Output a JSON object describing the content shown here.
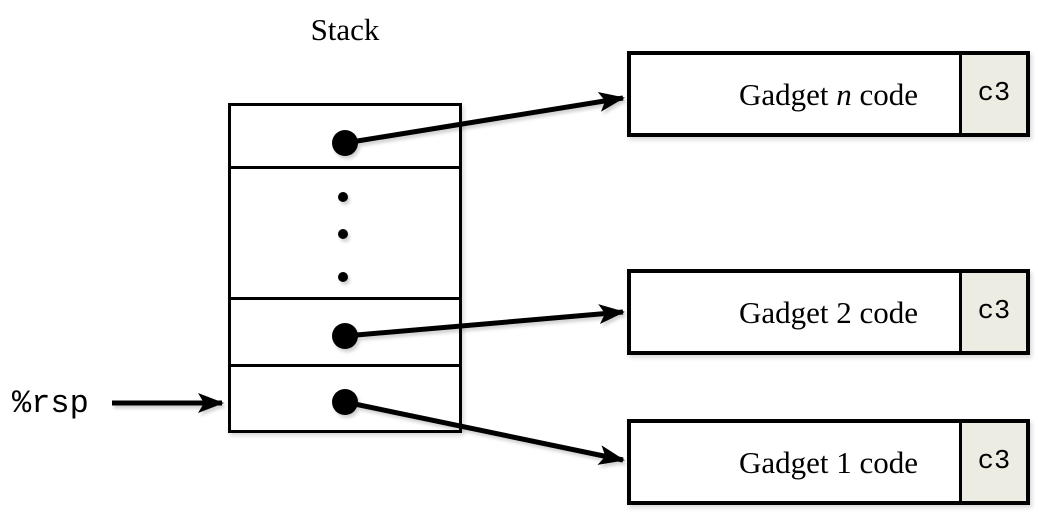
{
  "title": "Stack",
  "rsp": {
    "label": "%rsp"
  },
  "stack": {
    "cells": [
      {
        "name": "return-address-gadget-n",
        "content": "pointer-dot"
      },
      {
        "name": "omitted-entries",
        "content": "vertical-ellipsis"
      },
      {
        "name": "return-address-gadget-2",
        "content": "pointer-dot"
      },
      {
        "name": "return-address-gadget-1",
        "content": "pointer-dot"
      }
    ]
  },
  "gadgets": [
    {
      "prefix": "Gadget ",
      "var": "n",
      "suffix": " code",
      "ret": "c3",
      "var_class": "gvar italic"
    },
    {
      "prefix": "Gadget ",
      "var": "2",
      "suffix": " code",
      "ret": "c3",
      "var_class": "gvar"
    },
    {
      "prefix": "Gadget ",
      "var": "1",
      "suffix": " code",
      "ret": "c3",
      "var_class": "gvar"
    }
  ],
  "colors": {
    "ink": "#000000",
    "ret_cell_bg": "#edece2",
    "background": "#ffffff"
  }
}
